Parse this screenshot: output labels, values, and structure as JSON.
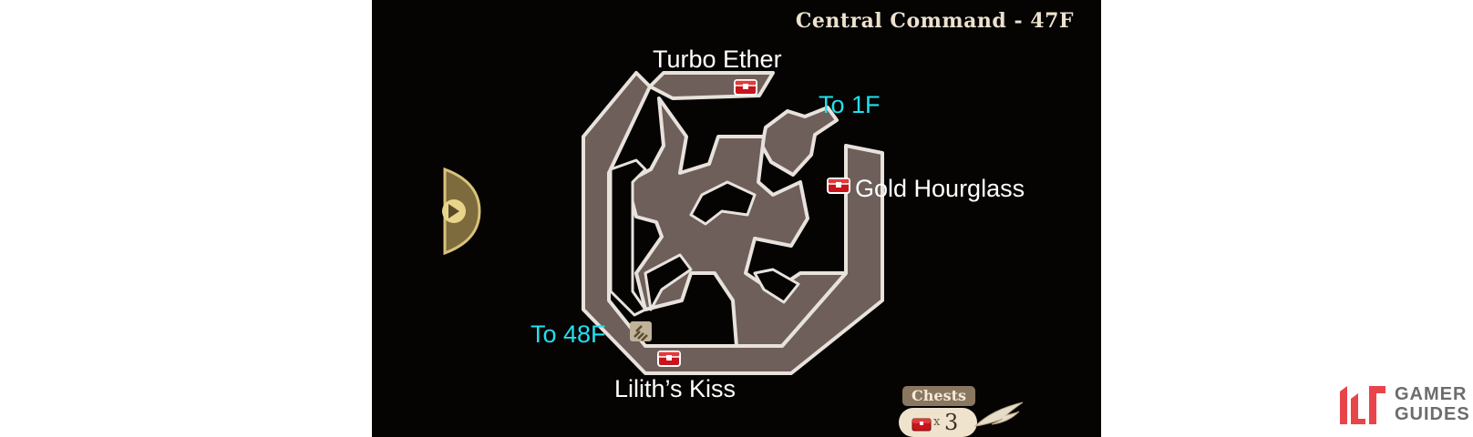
{
  "map": {
    "title": "Central Command - 47F",
    "wall_color": "#e8e2dc",
    "floor_color": "#6e5f5a",
    "background_color": "#050403"
  },
  "labels": {
    "turbo_ether": "Turbo Ether",
    "to_1f": "To 1F",
    "gold_hourglass": "Gold Hourglass",
    "to_48f": "To 48F",
    "liliths_kiss": "Lilith’s Kiss"
  },
  "label_colors": {
    "item": "#ffffff",
    "stairs": "#22e0f0"
  },
  "icons": {
    "chest": "treasure-chest-icon",
    "stairs": "stairs-icon",
    "side_tab": "expand-tab-icon",
    "brand": "gamer-guides-logo"
  },
  "chest_counter": {
    "title": "Chests",
    "times": "x",
    "count": "3"
  },
  "brand": {
    "line1": "GAMER",
    "line2": "GUIDES",
    "color": "#e8454a"
  }
}
